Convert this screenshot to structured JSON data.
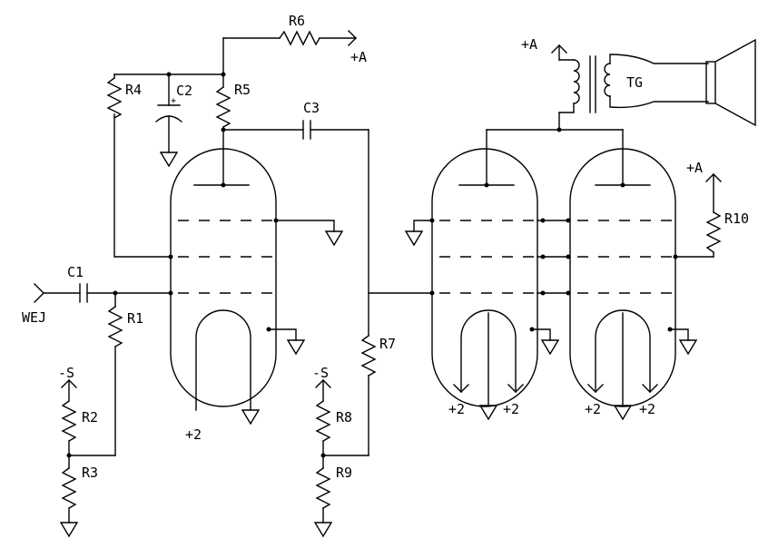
{
  "labels": {
    "R1": "R1",
    "R2": "R2",
    "R3": "R3",
    "R4": "R4",
    "R5": "R5",
    "R6": "R6",
    "R7": "R7",
    "R8": "R8",
    "R9": "R9",
    "R10": "R10",
    "C1": "C1",
    "C2": "C2",
    "C3": "C3",
    "TG": "TG",
    "WEJ": "WEJ",
    "plus_a": "+A",
    "minus_s": "-S",
    "plus_2": "+2"
  },
  "colors": {
    "ink": "#000000",
    "paper": "#ffffff"
  }
}
